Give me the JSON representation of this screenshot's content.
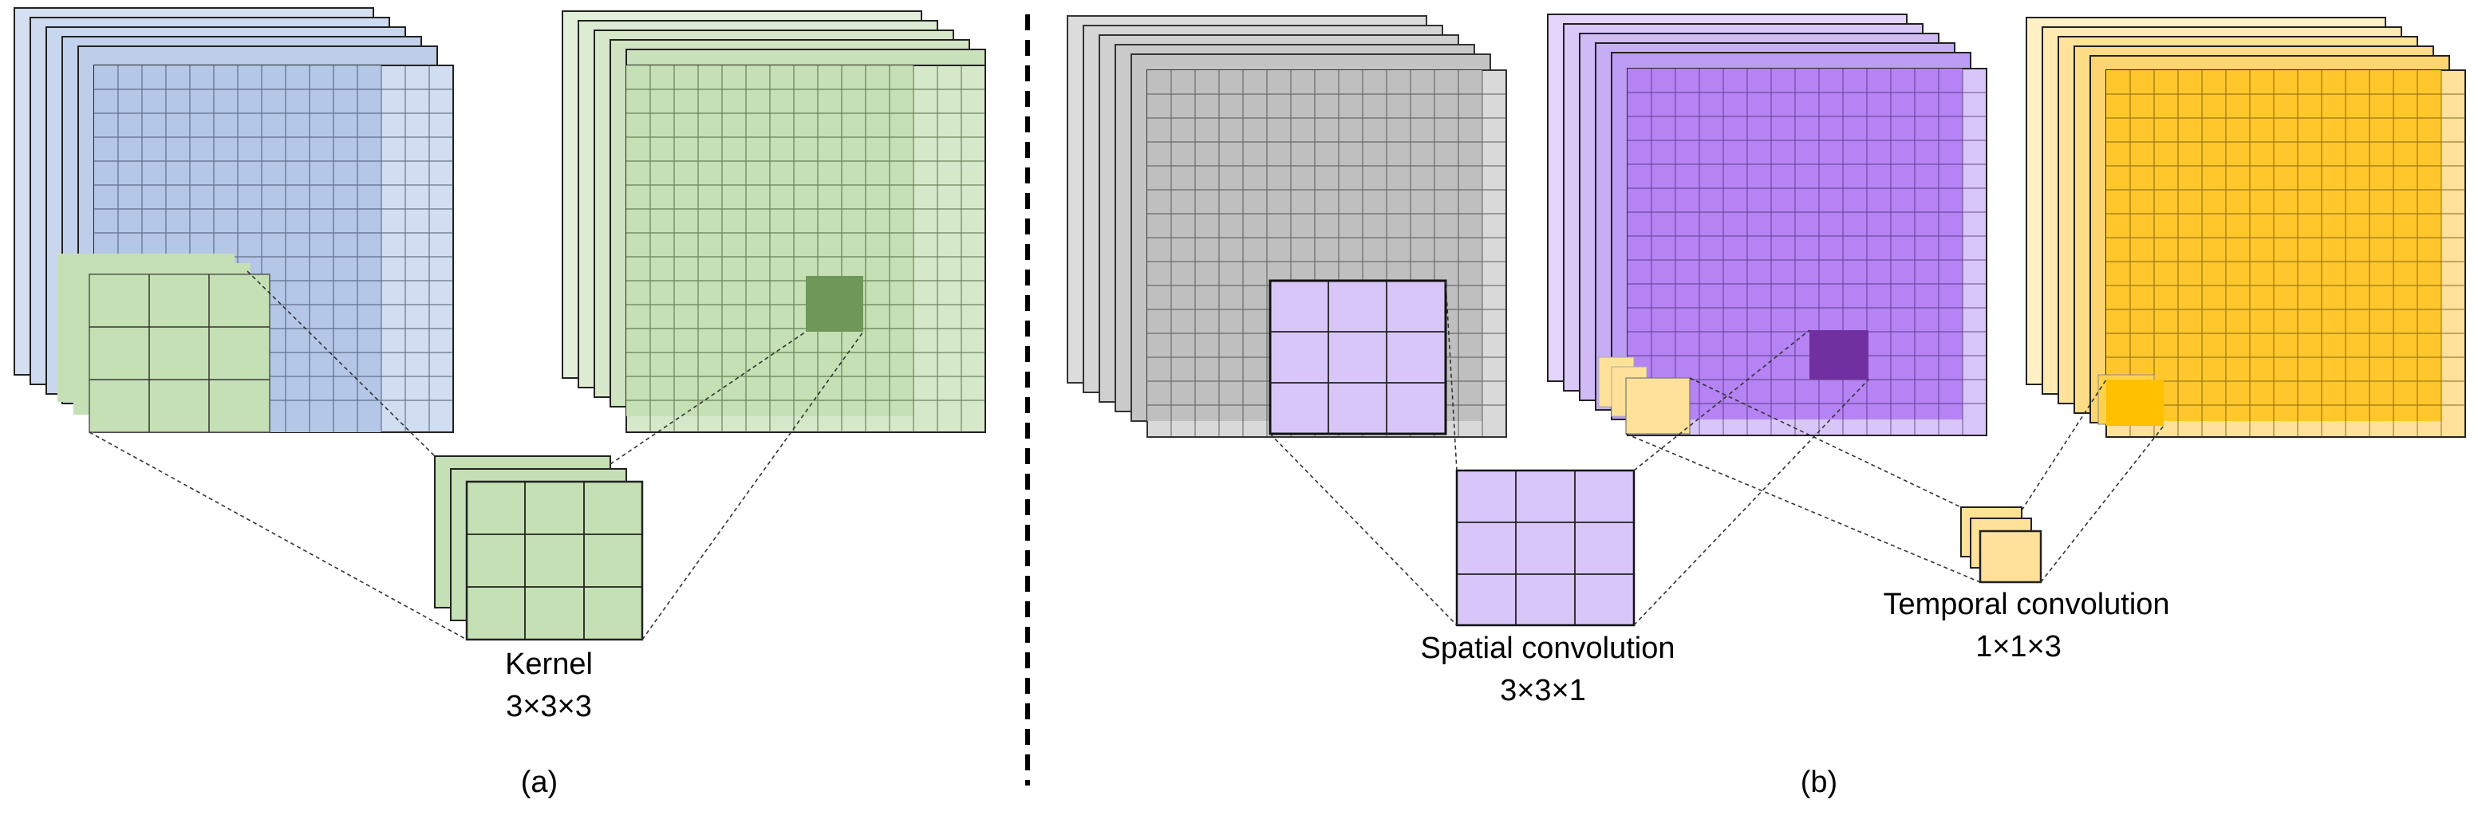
{
  "panel_a": {
    "kernel_label": "Kernel",
    "kernel_size": "3×3×3",
    "caption": "(a)"
  },
  "panel_b": {
    "spatial_label": "Spatial convolution",
    "spatial_size": "3×3×1",
    "temporal_label": "Temporal convolution",
    "temporal_size": "1×1×3",
    "caption": "(b)"
  },
  "colors": {
    "blue_fill": "#b4c7e7",
    "green_fill": "#c5e0b4",
    "green_dark": "#70975a",
    "gray_fill": "#bfbfbf",
    "purple_fill": "#b583f4",
    "purple_light": "#d9c6f8",
    "purple_dark": "#7030a0",
    "gold_fill": "#ffc72c",
    "gold_light": "#ffe199",
    "gold_dark": "#ffc000"
  }
}
